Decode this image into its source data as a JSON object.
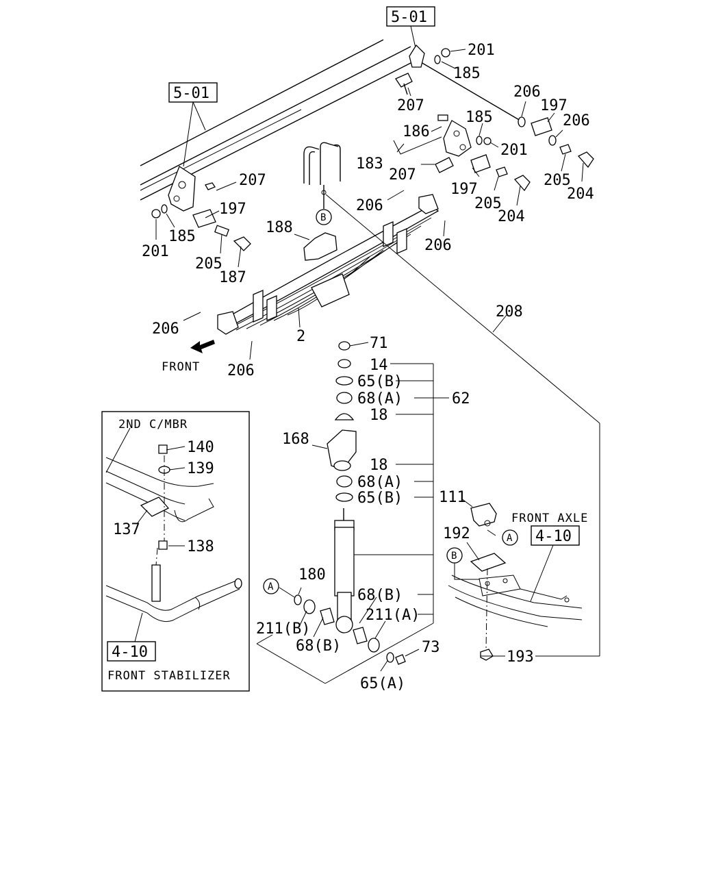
{
  "refs": {
    "ref_top": "5-01",
    "ref_left": "5-01",
    "ref_axle": "4-10",
    "ref_stab": "4-10"
  },
  "callouts": {
    "c201a": "201",
    "c185a": "185",
    "c207a": "207",
    "c206a": "206",
    "c197a": "197",
    "c206b": "206",
    "c185b": "185",
    "c186": "186",
    "c201b": "201",
    "c183": "183",
    "c207b": "207",
    "c197b": "197",
    "c205a": "205",
    "c204a": "204",
    "c205b": "205",
    "c204b": "204",
    "c207c": "207",
    "c197c": "197",
    "c201c": "201",
    "c185c": "185",
    "c205c": "205",
    "c187": "187",
    "c188": "188",
    "c206c": "206",
    "c206d": "206",
    "c206e": "206",
    "c206f": "206",
    "c2": "2",
    "c208": "208",
    "c71": "71",
    "c14": "14",
    "c65b1": "65(B)",
    "c68a1": "68(A)",
    "c62": "62",
    "c18a": "18",
    "c168": "168",
    "c18b": "18",
    "c68a2": "68(A)",
    "c65b2": "65(B)",
    "c111": "111",
    "c192": "192",
    "c180": "180",
    "c68b1": "68(B)",
    "c211a": "211(A)",
    "c211b": "211(B)",
    "c68b2": "68(B)",
    "c73": "73",
    "c65a": "65(A)",
    "c193": "193",
    "c140": "140",
    "c139": "139",
    "c137": "137",
    "c138": "138"
  },
  "circle_markers": {
    "b1": "B",
    "b2": "B",
    "a1": "A",
    "a2": "A"
  },
  "text_labels": {
    "front": "FRONT",
    "front_axle": "FRONT AXLE",
    "second_cmbr": "2ND C/MBR",
    "front_stabilizer": "FRONT STABILIZER"
  }
}
